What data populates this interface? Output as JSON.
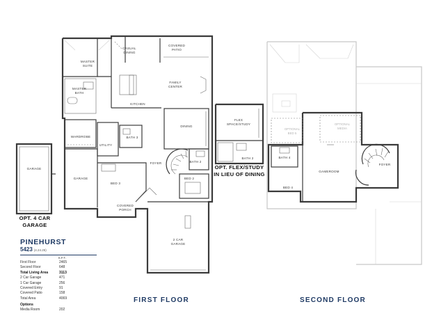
{
  "plan": {
    "name": "PINEHURST",
    "number": "5423",
    "date": "(4.24.25)"
  },
  "sqft_header": "S.F.T.",
  "areas": [
    {
      "label": "First Floor",
      "value": "2465",
      "bold": false
    },
    {
      "label": "Second Floor",
      "value": "648",
      "bold": false
    },
    {
      "label": "Total Living Area",
      "value": "3113",
      "bold": true
    },
    {
      "label": "2 Car Garage",
      "value": "471",
      "bold": false
    },
    {
      "label": "1 Car Garage",
      "value": "256",
      "bold": false
    },
    {
      "label": "Covered Entry",
      "value": "91",
      "bold": false
    },
    {
      "label": "Covered Patio",
      "value": "158",
      "bold": false
    },
    {
      "label": "Total Area",
      "value": "4069",
      "bold": false
    }
  ],
  "options_heading": "Options",
  "options": [
    {
      "label": "Media Room",
      "value": "202"
    }
  ],
  "floor_titles": {
    "first": "FIRST FLOOR",
    "second": "SECOND FLOOR"
  },
  "option_labels": {
    "garage": [
      "OPT. 4 CAR",
      "GARAGE"
    ],
    "flex": [
      "OPT. FLEX/STUDY",
      "IN LIEU OF DINING"
    ]
  },
  "rooms": {
    "casual_dining": [
      "CASUAL",
      "DINING"
    ],
    "covered_patio": [
      "COVERED",
      "PATIO"
    ],
    "master_suite": [
      "MASTER",
      "SUITE"
    ],
    "master_bath": [
      "MASTER",
      "BATH"
    ],
    "family_center": [
      "FAMILY",
      "CENTER"
    ],
    "kitchen": "KITCHEN",
    "dining": "DINING",
    "wardrobe": "WARDROBE",
    "utility": "UTILITY",
    "bath3": "BATH 3",
    "garage_main": "GARAGE",
    "foyer": "FOYER",
    "bath2": "BATH 2",
    "bed3": "BED 3",
    "bed2": "BED 2",
    "covered_porch": [
      "COVERED",
      "PORCH"
    ],
    "car2_garage": [
      "2 CAR",
      "GARAGE"
    ],
    "opt_garage": "GARAGE",
    "flex": [
      "FLEX",
      "SPACE/STUDY"
    ],
    "flex_bath2": "BATH 2",
    "opt_bed5": [
      "OPTIONAL",
      "BED 5"
    ],
    "opt_media": [
      "OPTIONAL",
      "MEDIA"
    ],
    "bath4": "BATH 4",
    "gameroom": "GAMEROOM",
    "foyer2": "FOYER",
    "bed4": "BED 4"
  }
}
